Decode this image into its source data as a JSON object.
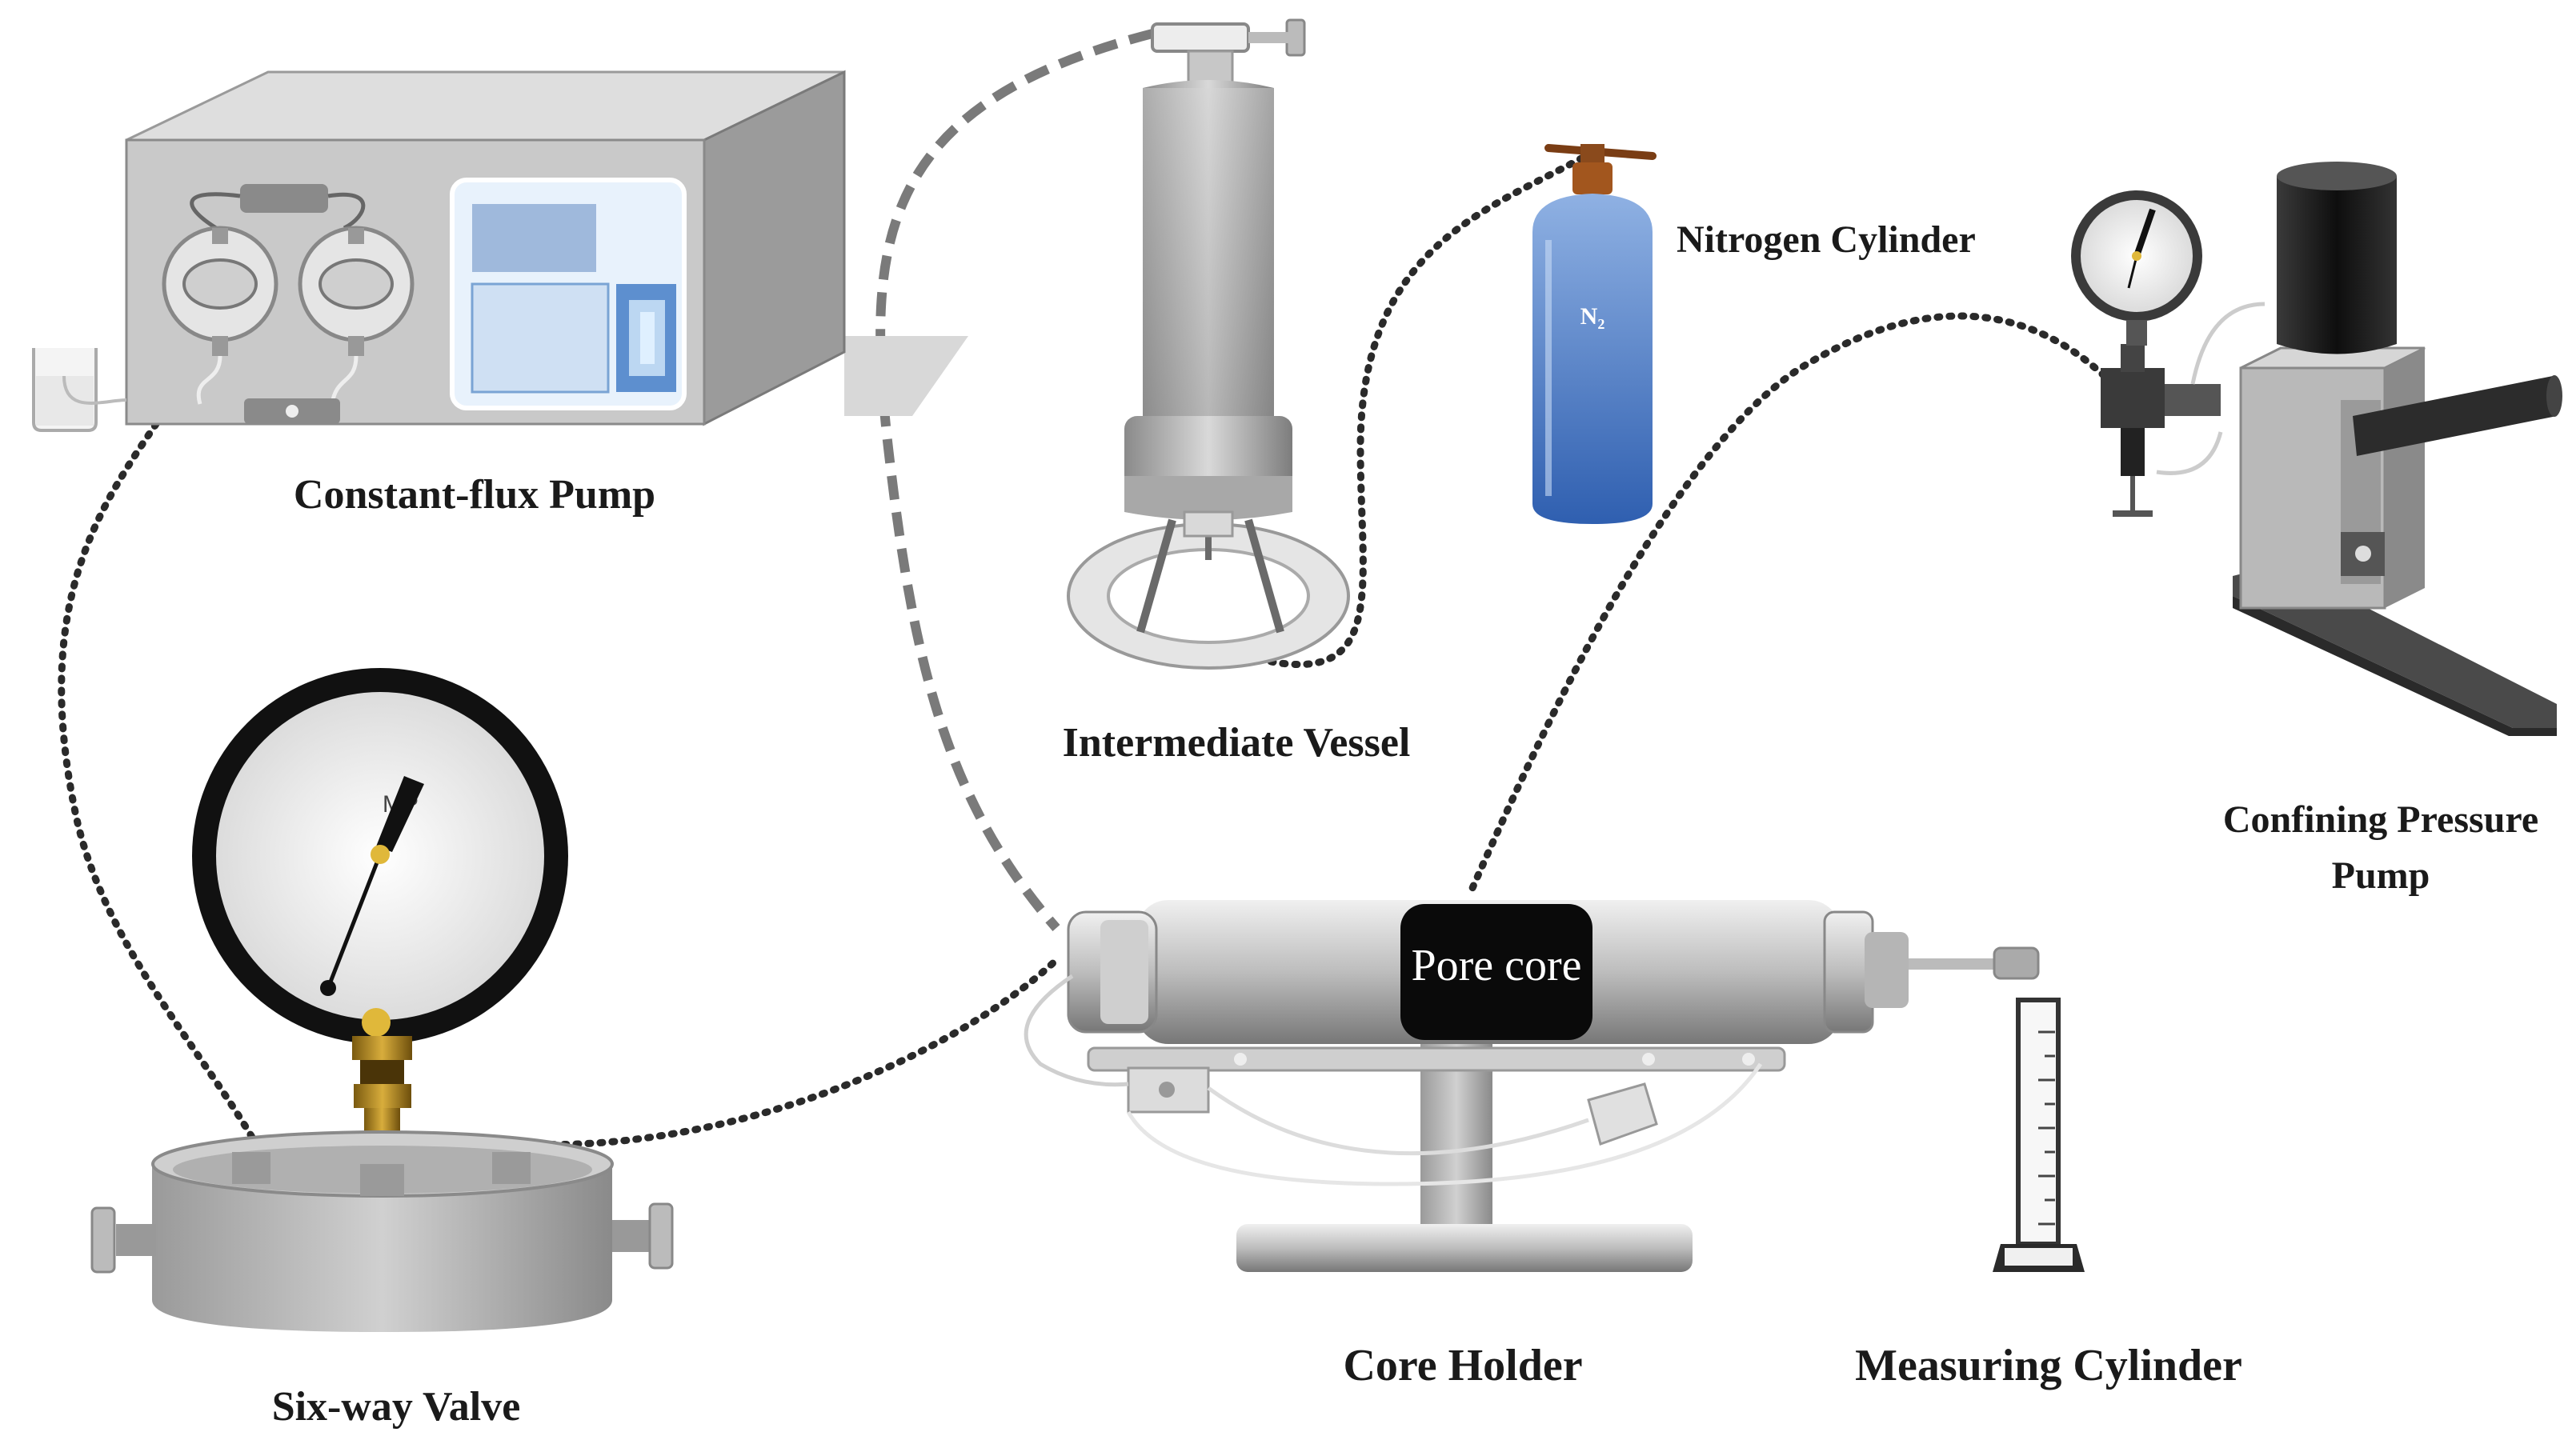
{
  "labels": {
    "pump": "Constant-flux Pump",
    "vessel": "Intermediate Vessel",
    "nitrogen": "Nitrogen Cylinder",
    "n2": "N₂",
    "confining_line1": "Confining Pressure",
    "confining_line2": "Pump",
    "valve": "Six-way Valve",
    "holder": "Core Holder",
    "core": "Pore core",
    "measuring": "Measuring Cylinder",
    "gauge_unit": "MP"
  },
  "colors": {
    "line": "#2a2a2a",
    "dashed_line": "#7a7a7a",
    "pump_screen": "#bcd7f2",
    "nitrogen_blue": "#2f5fb0",
    "valve_brass": "#b58a1e",
    "pin": "#e0b83a"
  }
}
